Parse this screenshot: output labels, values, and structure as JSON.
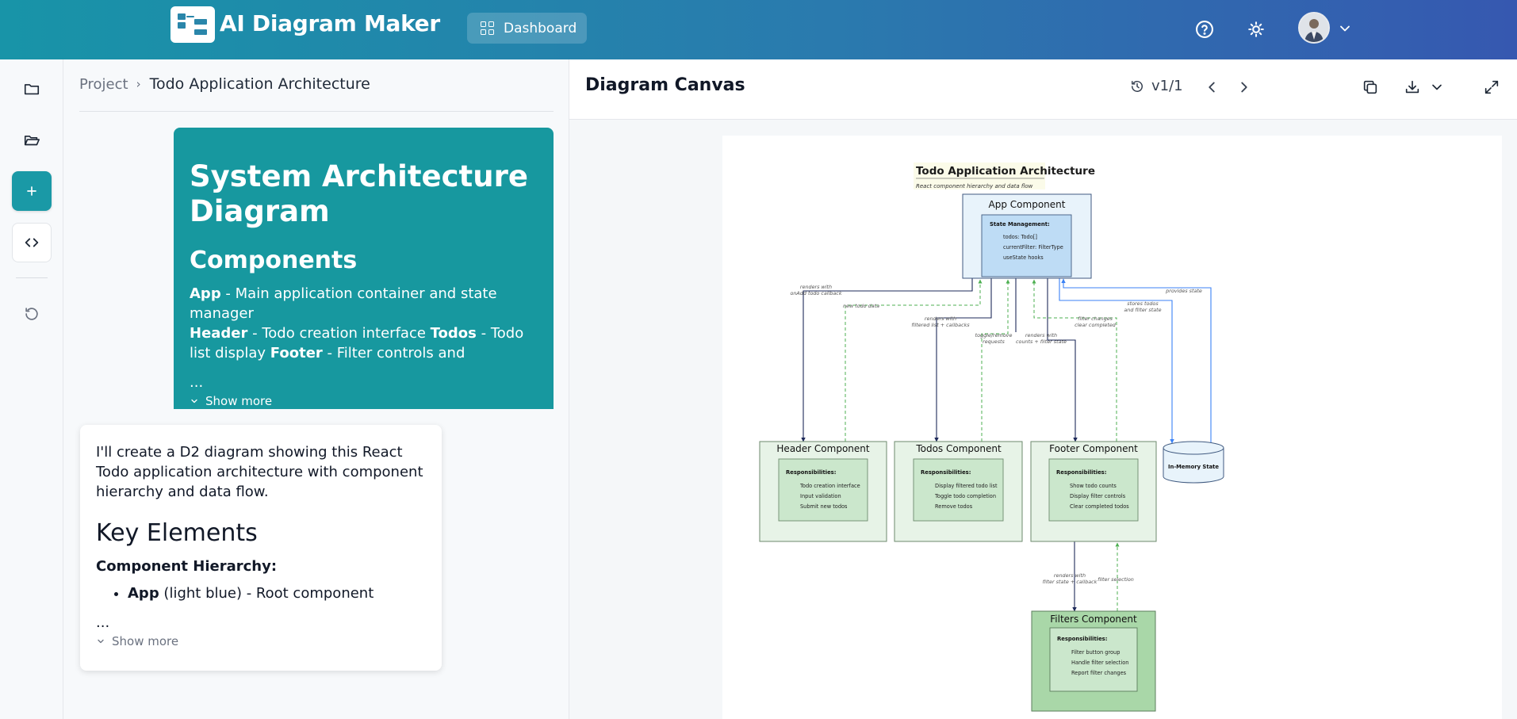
{
  "topbar": {
    "app_title": "AI Diagram Maker",
    "dashboard_label": "Dashboard",
    "icons": [
      "help-icon",
      "theme-sun-icon",
      "chevron-down-icon"
    ]
  },
  "rail": {
    "items": [
      {
        "name": "folder-icon"
      },
      {
        "name": "folder-open-icon"
      },
      {
        "name": "plus-icon"
      },
      {
        "name": "code-icon"
      },
      {
        "name": "history-icon"
      }
    ]
  },
  "breadcrumb": {
    "root": "Project",
    "separator": "›",
    "current": "Todo Application Architecture"
  },
  "user_message": {
    "title": "System Architecture Diagram",
    "subtitle": "Components",
    "body": {
      "app_label": "App",
      "app_text": " - Main application container and state manager",
      "header_label": "Header",
      "header_text": " - Todo creation interface ",
      "todos_label": "Todos",
      "todos_text": " - Todo list display ",
      "footer_label": "Footer",
      "footer_text": " - Filter controls and"
    },
    "ellipsis": "...",
    "show_more": "Show more"
  },
  "bot_message": {
    "intro": "I'll create a D2 diagram showing this React Todo application architecture with component hierarchy and data flow.",
    "heading": "Key Elements",
    "subheading": "Component Hierarchy:",
    "bullet_label": "App",
    "bullet_text": " (light blue) - Root component",
    "ellipsis": "...",
    "show_more": "Show more"
  },
  "canvas": {
    "title": "Diagram Canvas",
    "version": "v1/1",
    "icons": [
      "history-icon",
      "chevron-left-icon",
      "chevron-right-icon",
      "copy-icon",
      "download-icon",
      "chevron-down-icon",
      "fullscreen-icon"
    ]
  },
  "diagram": {
    "title": "Todo Application Architecture",
    "subtitle": "React component hierarchy and data flow",
    "app": {
      "name": "App Component",
      "inner_title": "State Management:",
      "lines": [
        "todos: Todo[]",
        "currentFilter: FilterType",
        "useState hooks"
      ]
    },
    "header": {
      "name": "Header Component",
      "inner_title": "Responsibilities:",
      "lines": [
        "Todo creation interface",
        "Input validation",
        "Submit new todos"
      ]
    },
    "todos": {
      "name": "Todos Component",
      "inner_title": "Responsibilities:",
      "lines": [
        "Display filtered todo list",
        "Toggle todo completion",
        "Remove todos"
      ]
    },
    "footer": {
      "name": "Footer Component",
      "inner_title": "Responsibilities:",
      "lines": [
        "Show todo counts",
        "Display filter controls",
        "Clear completed todos"
      ]
    },
    "filters": {
      "name": "Filters Component",
      "inner_title": "Responsibilities:",
      "lines": [
        "Filter button group",
        "Handle filter selection",
        "Report filter changes"
      ]
    },
    "state": {
      "name": "In-Memory State"
    },
    "edge_labels": {
      "renders_with_onadd": [
        "renders with",
        "onAdd todo callback"
      ],
      "new_todo_data": "new todo data",
      "renders_with_filtered": [
        "renders with",
        "filtered list + callbacks"
      ],
      "toggle_remove": [
        "toggle/remove",
        "requests"
      ],
      "renders_with_counts": [
        "renders with",
        "counts + filter state"
      ],
      "filter_changes": [
        "filter changes",
        "clear completed"
      ],
      "stores_todos": [
        "stores todos",
        "and filter state"
      ],
      "provides_state": "provides state",
      "renders_with_filter_state": [
        "renders with",
        "filter state + callback"
      ],
      "filter_selection": "filter selection"
    }
  }
}
